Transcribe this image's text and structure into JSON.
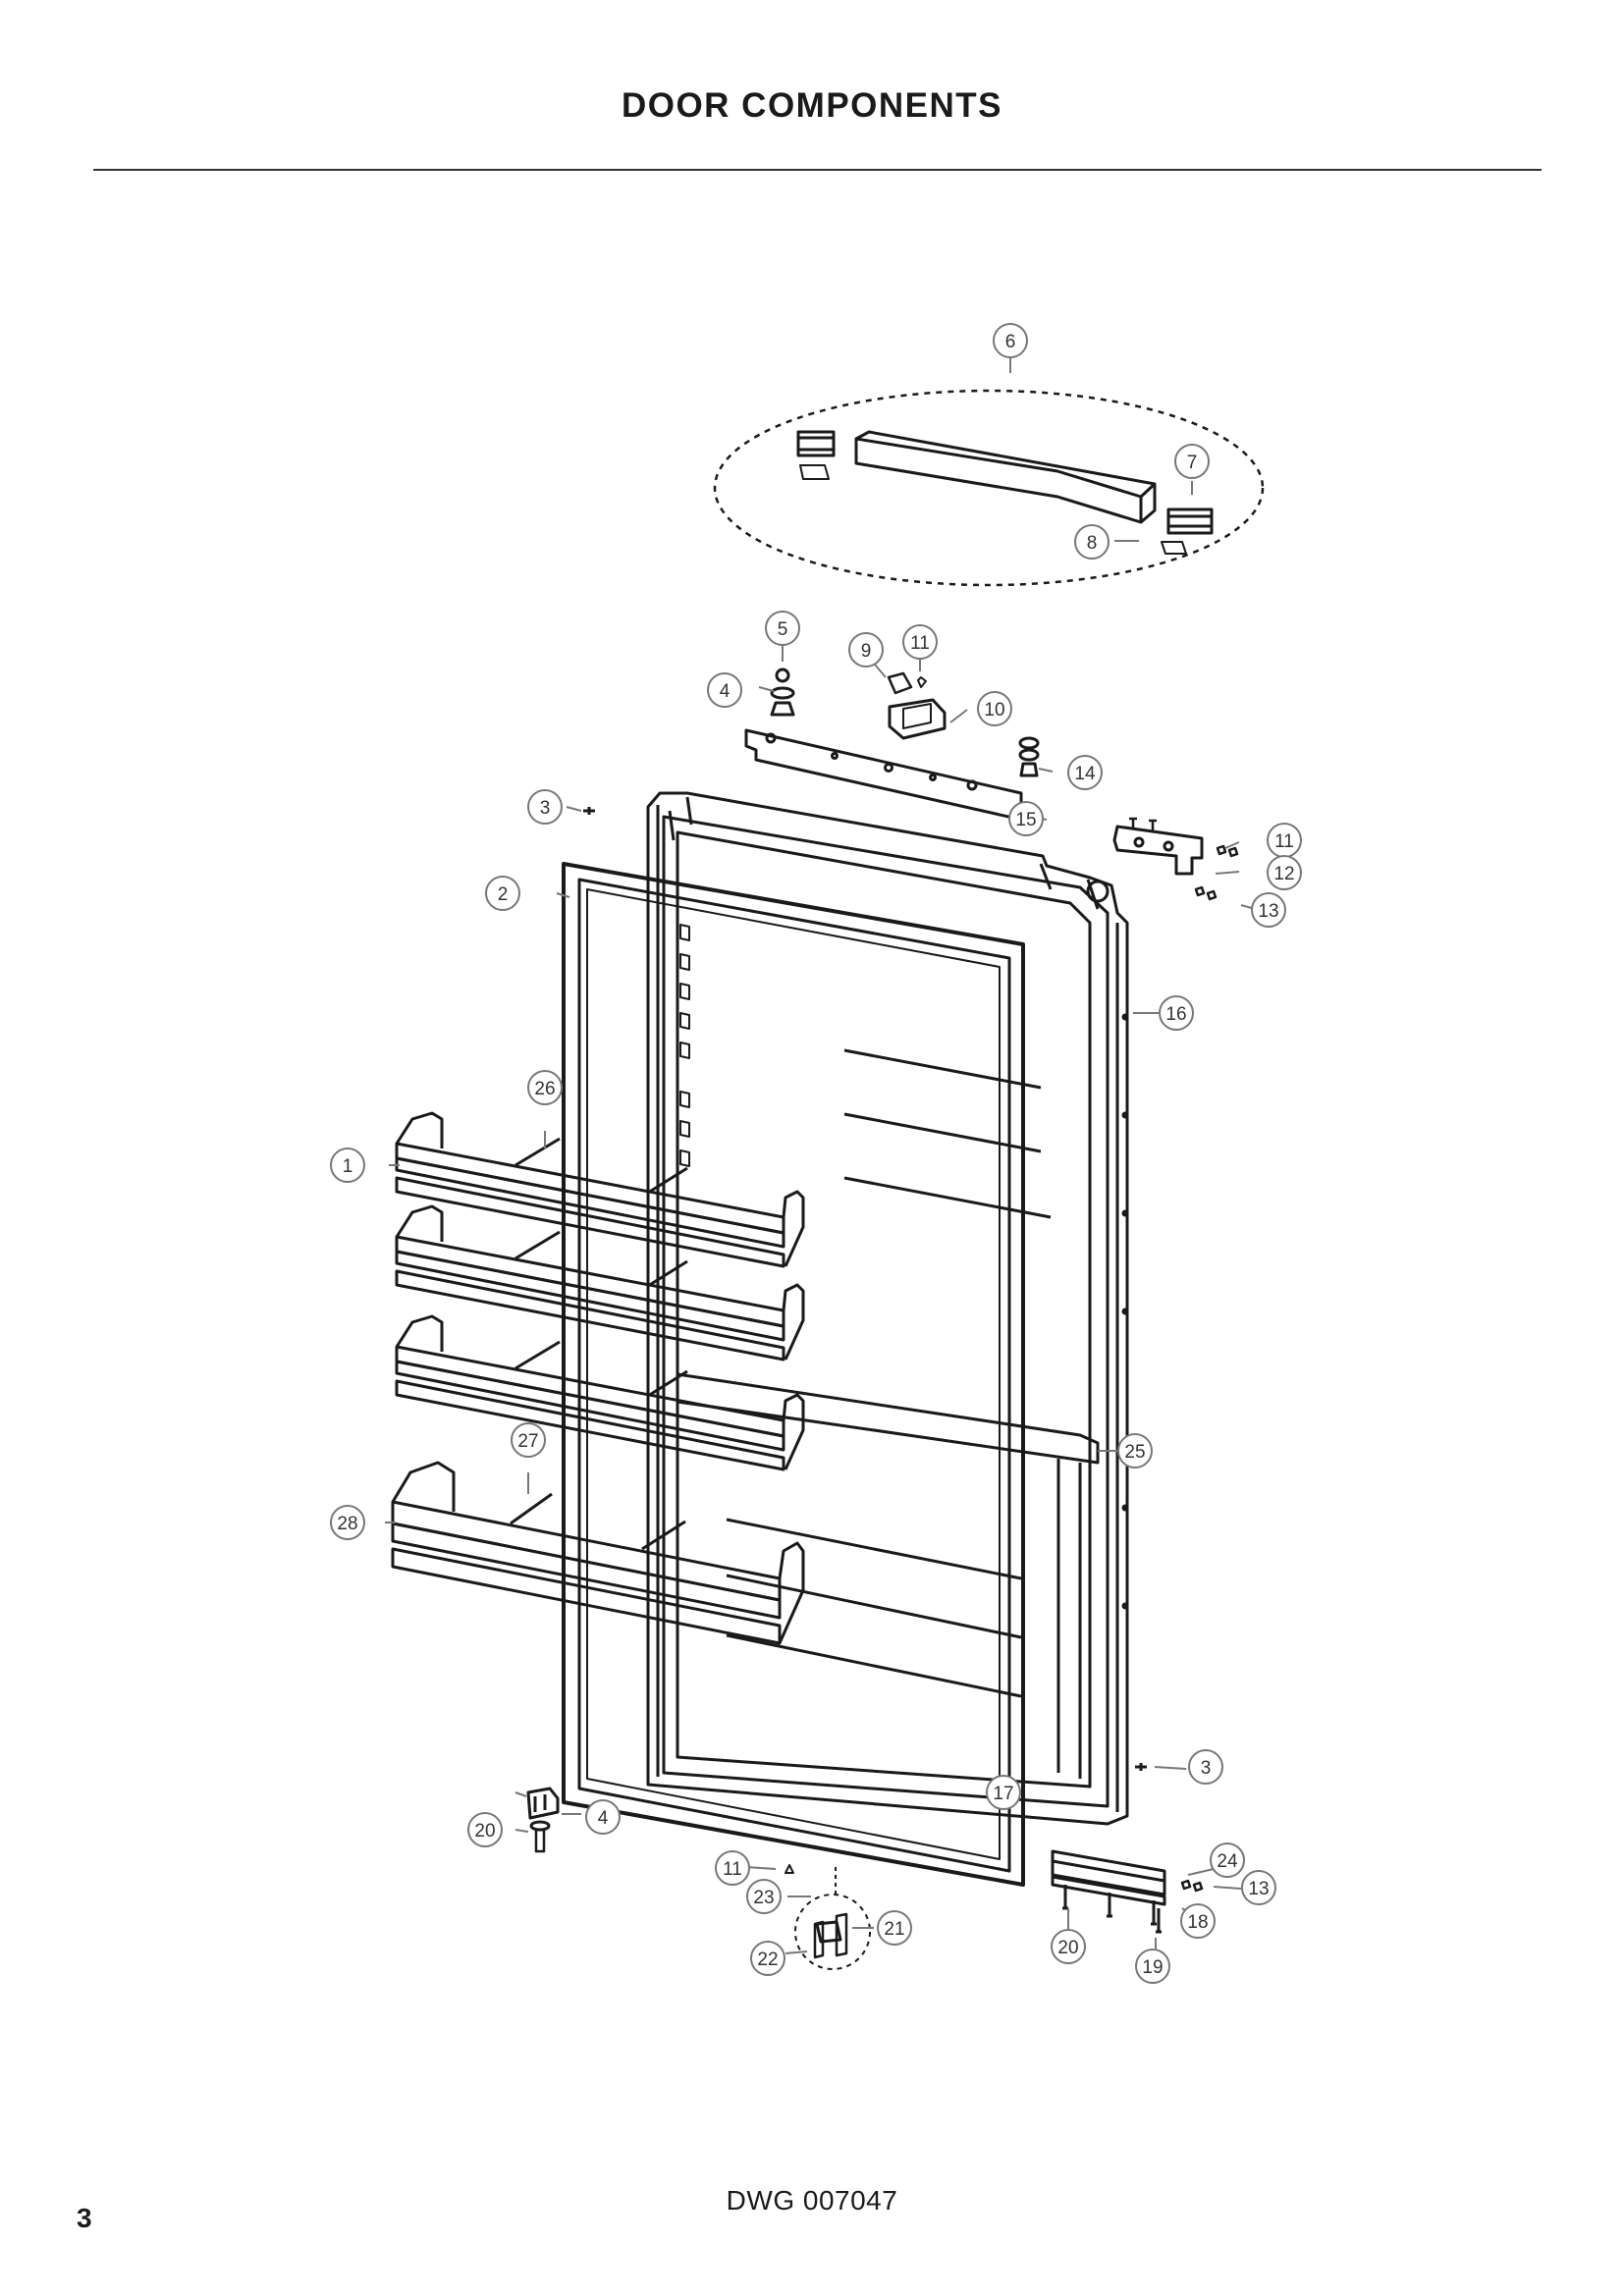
{
  "page": {
    "title": "DOOR COMPONENTS",
    "drawing_number": "DWG 007047",
    "page_number": "3"
  },
  "callouts": [
    "1",
    "2",
    "3",
    "3",
    "4",
    "4",
    "5",
    "6",
    "7",
    "8",
    "9",
    "10",
    "11",
    "11",
    "11",
    "12",
    "13",
    "13",
    "14",
    "15",
    "16",
    "17",
    "18",
    "19",
    "20",
    "20",
    "21",
    "22",
    "23",
    "24",
    "25",
    "26",
    "27",
    "28"
  ]
}
